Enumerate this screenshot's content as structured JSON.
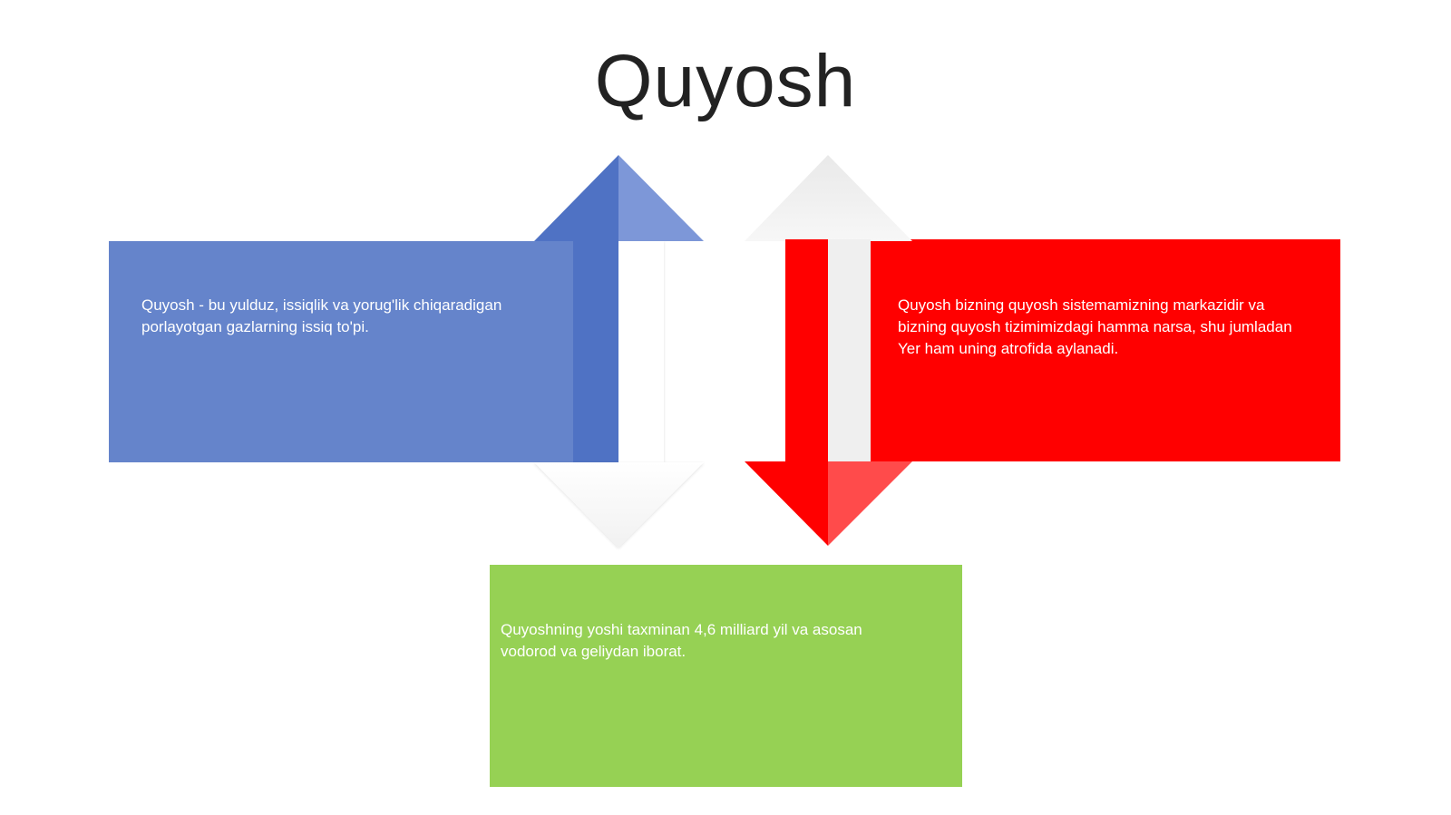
{
  "slide": {
    "title": "Quyosh"
  },
  "boxes": {
    "blue": {
      "text": "Quyosh - bu yulduz, issiqlik va yorug'lik chiqaradigan porlayotgan gazlarning issiq to'pi.",
      "color": "#6584CB"
    },
    "red": {
      "text": "Quyosh bizning quyosh sistemamizning markazidir va bizning quyosh tizimimizdagi hamma narsa, shu jumladan Yer ham uning atrofida aylanadi.",
      "color": "#FF0000"
    },
    "green": {
      "text": "Quyoshning yoshi taxminan 4,6 milliard yil va asosan vodorod va geliydan iborat.",
      "color": "#96D154"
    }
  },
  "arrows": {
    "left_arrow": {
      "icon": "up-arrow-icon",
      "color": "#4F72C4"
    },
    "right_arrow": {
      "icon": "down-arrow-icon",
      "color": "#FF0000"
    }
  }
}
